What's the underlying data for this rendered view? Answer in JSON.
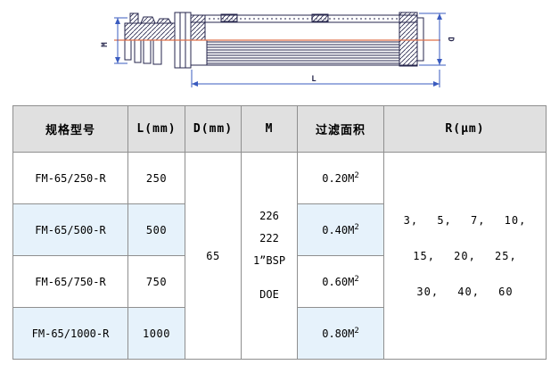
{
  "drawing": {
    "dim_m": "M",
    "dim_d": "D",
    "dim_l": "L"
  },
  "table": {
    "headers": [
      "规格型号",
      "L(mm)",
      "D(mm)",
      "M",
      "过滤面积",
      "R(μm)"
    ],
    "rows": [
      {
        "model": "FM-65/250-R",
        "length": "250",
        "area_base": "0.20M",
        "area_sup": "2"
      },
      {
        "model": "FM-65/500-R",
        "length": "500",
        "area_base": "0.40M",
        "area_sup": "2"
      },
      {
        "model": "FM-65/750-R",
        "length": "750",
        "area_base": "0.60M",
        "area_sup": "2"
      },
      {
        "model": "FM-65/1000-R",
        "length": "1000",
        "area_base": "0.80M",
        "area_sup": "2"
      }
    ],
    "merged": {
      "d_value": "65",
      "m_lines": [
        "226",
        "222",
        "1”BSP",
        "DOE"
      ],
      "r_lines": [
        "3, 5, 7, 10,",
        "15, 20, 25,",
        "30, 40, 60"
      ]
    }
  },
  "colors": {
    "centerline": "#e0714a",
    "dimension_blue": "#3a5bbf",
    "outline_navy": "#26264c",
    "header_bg": "#e0e0e0",
    "alt_row_bg": "#e6f2fb",
    "border_gray": "#8f8f8f"
  }
}
